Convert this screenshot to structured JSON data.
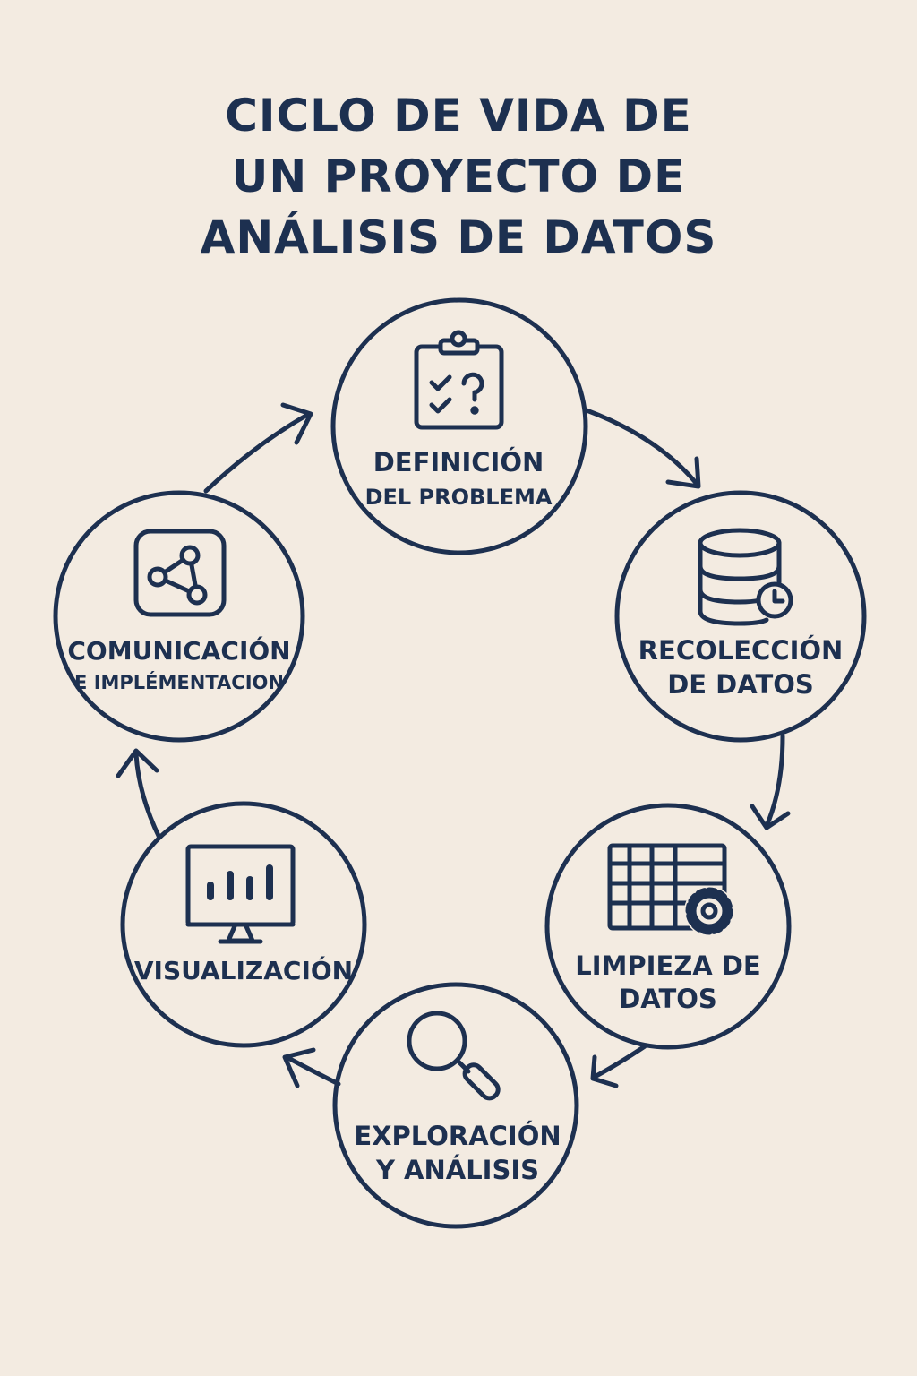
{
  "title": {
    "line1": "CICLO DE VIDA DE",
    "line2": "UN PROYECTO DE",
    "line3": "ANÁLISIS DE DATOS"
  },
  "colors": {
    "background": "#f3ebe1",
    "ink": "#1d3050"
  },
  "stages": [
    {
      "icon": "clipboard-checklist-icon",
      "line1": "DEFINICIÓN",
      "line2": "DEL PROBLEMA"
    },
    {
      "icon": "database-clock-icon",
      "line1": "RECOLECCIÓN",
      "line2": "DE DATOS"
    },
    {
      "icon": "spreadsheet-gear-icon",
      "line1": "LIMPIEZA DE",
      "line2": "DATOS"
    },
    {
      "icon": "magnifying-glass-icon",
      "line1": "EXPLORACIÓN",
      "line2": "Y ANÁLISIS"
    },
    {
      "icon": "monitor-bar-chart-icon",
      "line1": "VISUALIZACIÓN",
      "line2": ""
    },
    {
      "icon": "share-network-icon",
      "line1": "COMUNICACIÓN",
      "line2": "E IMPLÉMENTACION"
    }
  ]
}
